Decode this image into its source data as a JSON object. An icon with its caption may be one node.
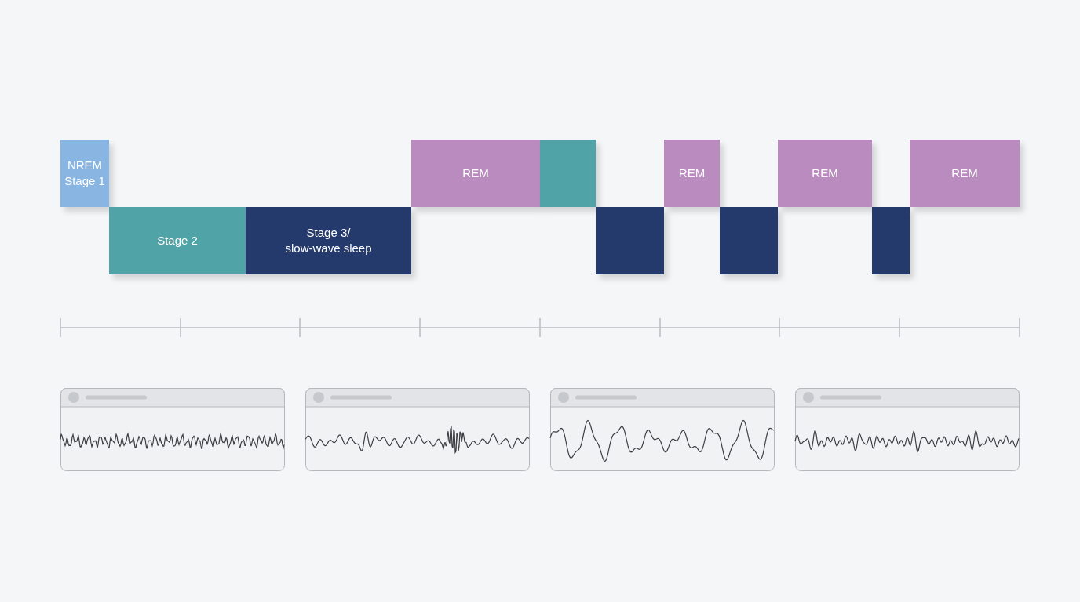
{
  "diagram": {
    "nodes": [
      {
        "text": [
          "NREM Stage 1"
        ]
      },
      {
        "text": [
          "Stage 2"
        ]
      },
      {
        "text": [
          "Stage 3/ slow-wave sleep"
        ]
      },
      {
        "text": [
          "REM"
        ]
      },
      {
        "text": [],
        "shape": "box"
      },
      {
        "text": [],
        "shape": "box"
      },
      {
        "text": [
          "REM"
        ]
      },
      {
        "text": [],
        "shape": "box"
      },
      {
        "text": [
          "REM"
        ]
      },
      {
        "text": [],
        "shape": "box"
      },
      {
        "text": [
          "REM"
        ]
      }
    ]
  }
}
